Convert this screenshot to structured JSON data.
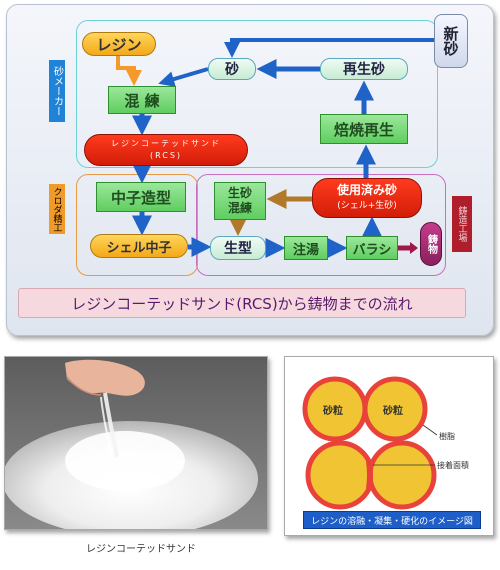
{
  "flow": {
    "label_sand_maker": "砂メーカー",
    "label_kuroda": "クロダ精工",
    "label_foundry": "鋳造工場",
    "resin": "レジン",
    "sand": "砂",
    "new_sand": "新砂",
    "reclaimed_sand": "再生砂",
    "mixing": "混 練",
    "baking_regen": "焙焼再生",
    "rcs_line1": "レジンコーテッドサンド",
    "rcs_line2": "(RCS)",
    "core_making": "中子造型",
    "green_sand_mixing_line1": "生砂",
    "green_sand_mixing_line2": "混練",
    "used_sand": "使用済み砂",
    "used_sand_sub": "(シェル+生砂)",
    "shell_core": "シェル中子",
    "green_mold": "生型",
    "pouring": "注湯",
    "shakeout": "バラシ",
    "casting": "鋳物",
    "title": "レジンコーテッドサンド(RCS)から鋳物までの流れ"
  },
  "photo": {
    "caption": "レジンコーテッドサンド"
  },
  "illustration": {
    "grain_label": "砂粒",
    "resin_note": "樹脂",
    "contact_note": "接着面積",
    "caption": "レジンの溶融・凝集・硬化のイメージ図"
  },
  "colors": {
    "arrow_blue": "#1f63c9",
    "arrow_orange": "#f39a2b",
    "arrow_brown": "#b07a2a",
    "resin_coat": "#e9423a",
    "grain_fill": "#f0c433"
  }
}
